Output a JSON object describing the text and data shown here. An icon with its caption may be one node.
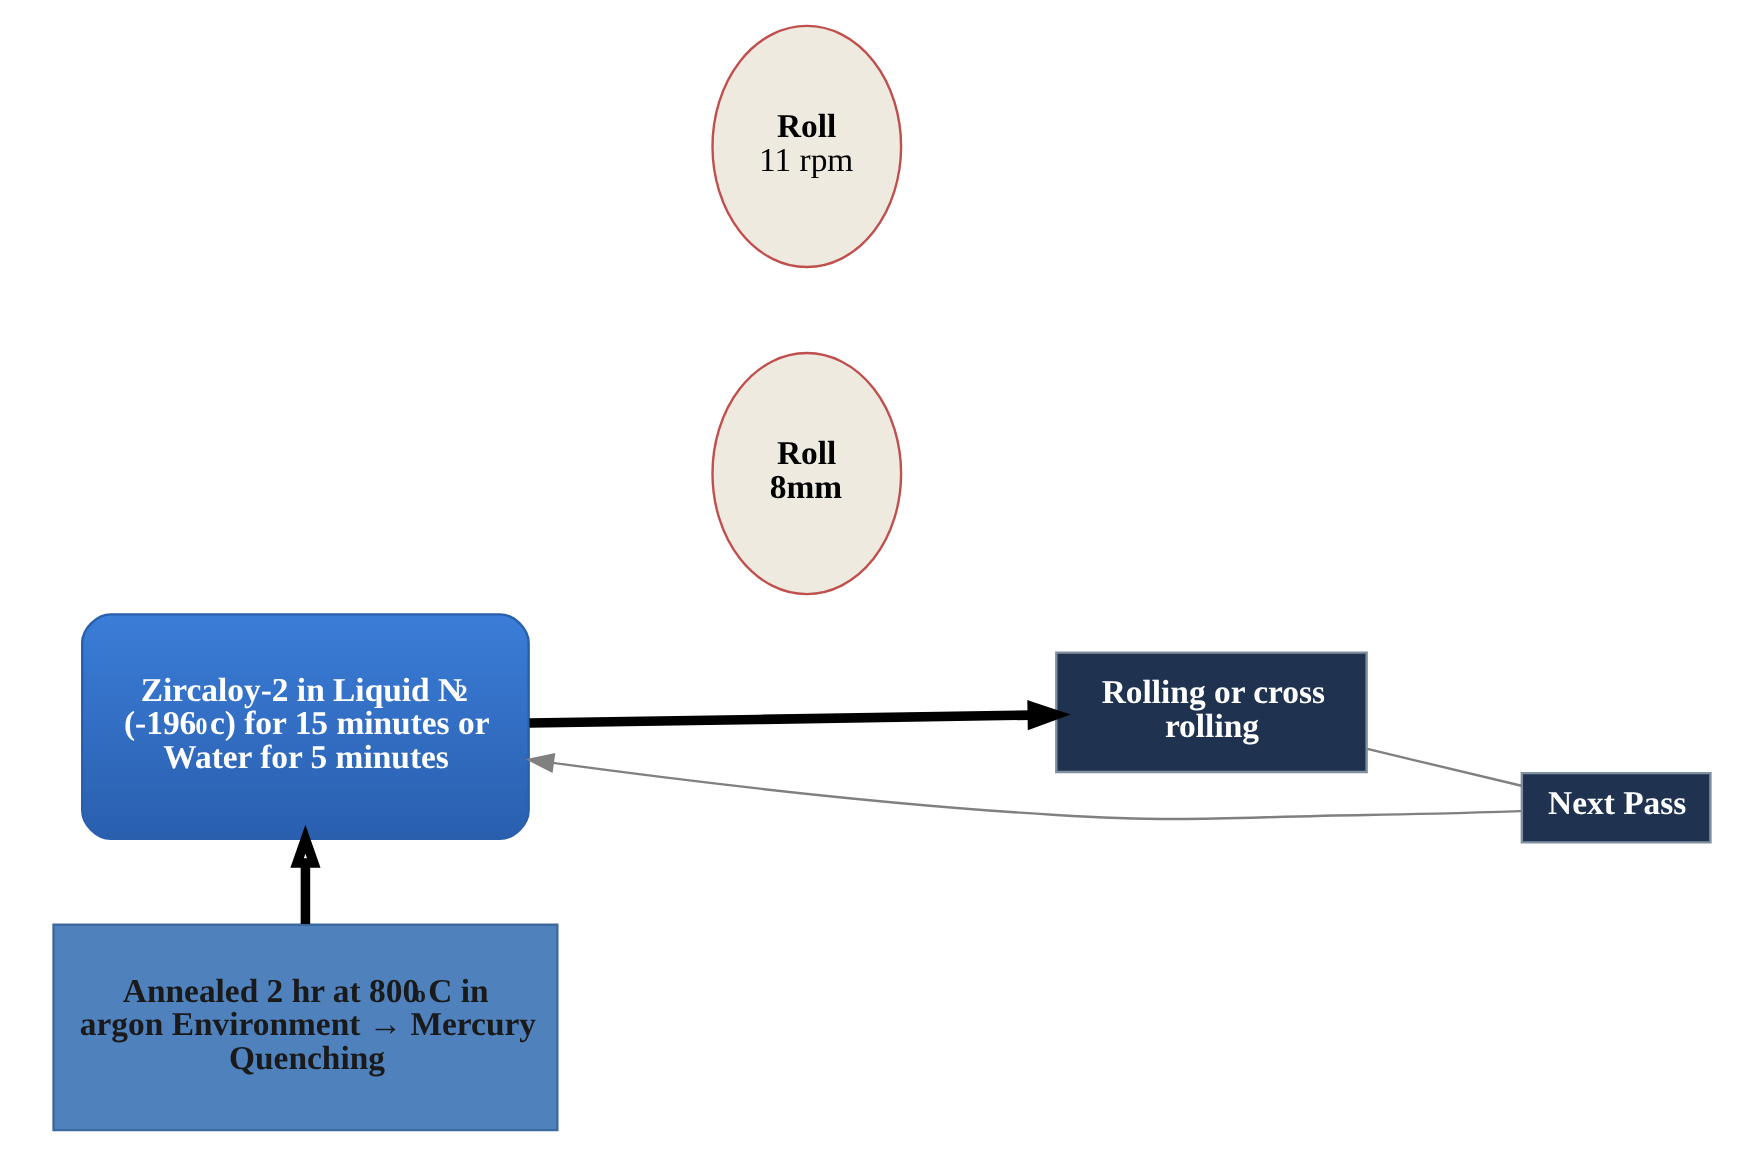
{
  "diagram": {
    "nodes": [
      {
        "text": [
          "Zircaloy-2 in Liquid N$_{2}$ (-196$^{0}$c) for 15 minutes or Water for 5 minutes"
        ]
      },
      {
        "text": [
          "Roll",
          "11 rpm"
        ]
      },
      {
        "text": [
          "Roll",
          "8mm"
        ]
      },
      {
        "text": [
          "Rolling or cross rolling"
        ]
      },
      {
        "text": [
          "Next Pass"
        ]
      },
      {
        "text": [
          "Annealed 2 hr at 800$^{o}$C in argon Environment → Mercury Quenching"
        ]
      }
    ],
    "edges": [
      {
        "from": 0,
        "to": 3,
        "arrow": "to",
        "style": "thick"
      },
      {
        "from": 3,
        "to": 4,
        "arrow": "none",
        "color": "#808080"
      },
      {
        "from": 4,
        "to": 0,
        "arrow": "to",
        "color": "#808080"
      },
      {
        "from": 5,
        "to": 0,
        "arrow": "to",
        "style": "thick"
      }
    ]
  }
}
